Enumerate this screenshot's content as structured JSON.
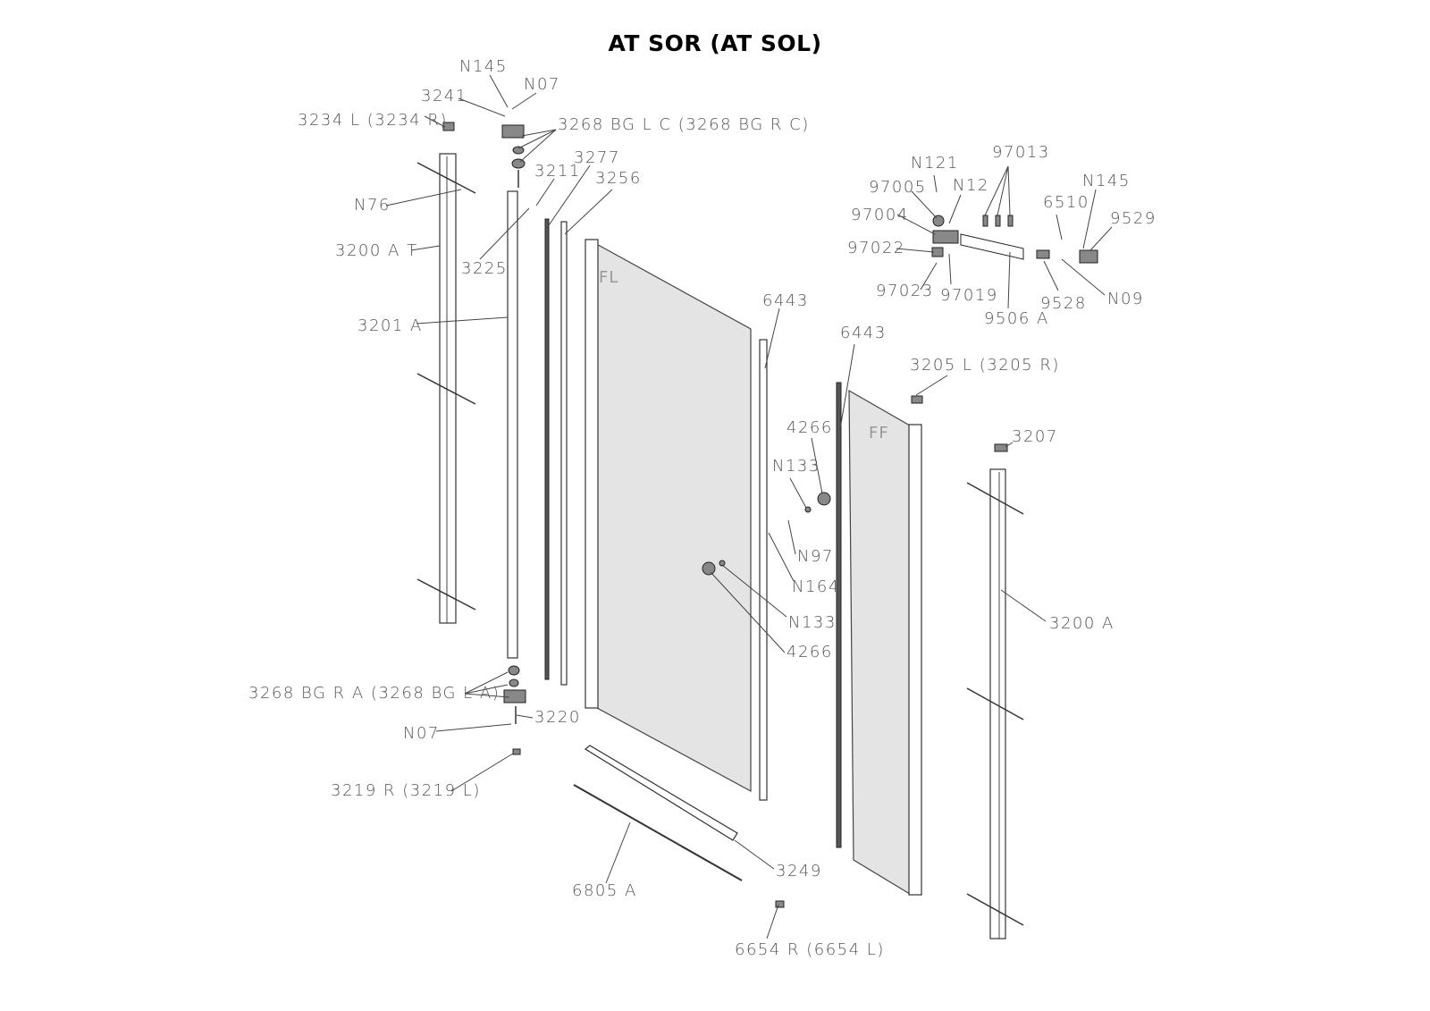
{
  "title": "AT SOR (AT SOL)",
  "panel_marks": {
    "fixed_left": "FL",
    "fixed_front": "FF"
  },
  "labels": {
    "n145_top": "N145",
    "n07_top": "N07",
    "p3241": "3241",
    "p3234": "3234 L (3234 R)",
    "p3268c": "3268 BG L C (3268 BG R C)",
    "p3277": "3277",
    "p3211": "3211",
    "p3256": "3256",
    "n76": "N76",
    "p3200at": "3200 A T",
    "p3225": "3225",
    "p3201a": "3201 A",
    "p6443a": "6443",
    "p6443b": "6443",
    "p3205": "3205 L (3205 R)",
    "p4266a": "4266",
    "p3207": "3207",
    "n133a": "N133",
    "n97": "N97",
    "n164": "N164",
    "p3200a": "3200 A",
    "n133b": "N133",
    "p4266b": "4266",
    "p3268a": "3268 BG R A (3268 BG L A)",
    "p3220": "3220",
    "n07_bottom": "N07",
    "p3219": "3219 R (3219 L)",
    "p3249": "3249",
    "p6805a": "6805 A",
    "p6654": "6654 R (6654 L)",
    "n121": "N121",
    "p97013": "97013",
    "p97005": "97005",
    "n12": "N12",
    "n145_right": "N145",
    "p6510": "6510",
    "p9529": "9529",
    "p97004": "97004",
    "p97022": "97022",
    "p97023": "97023",
    "p97019": "97019",
    "p9528": "9528",
    "n09": "N09",
    "p9506a": "9506 A"
  }
}
